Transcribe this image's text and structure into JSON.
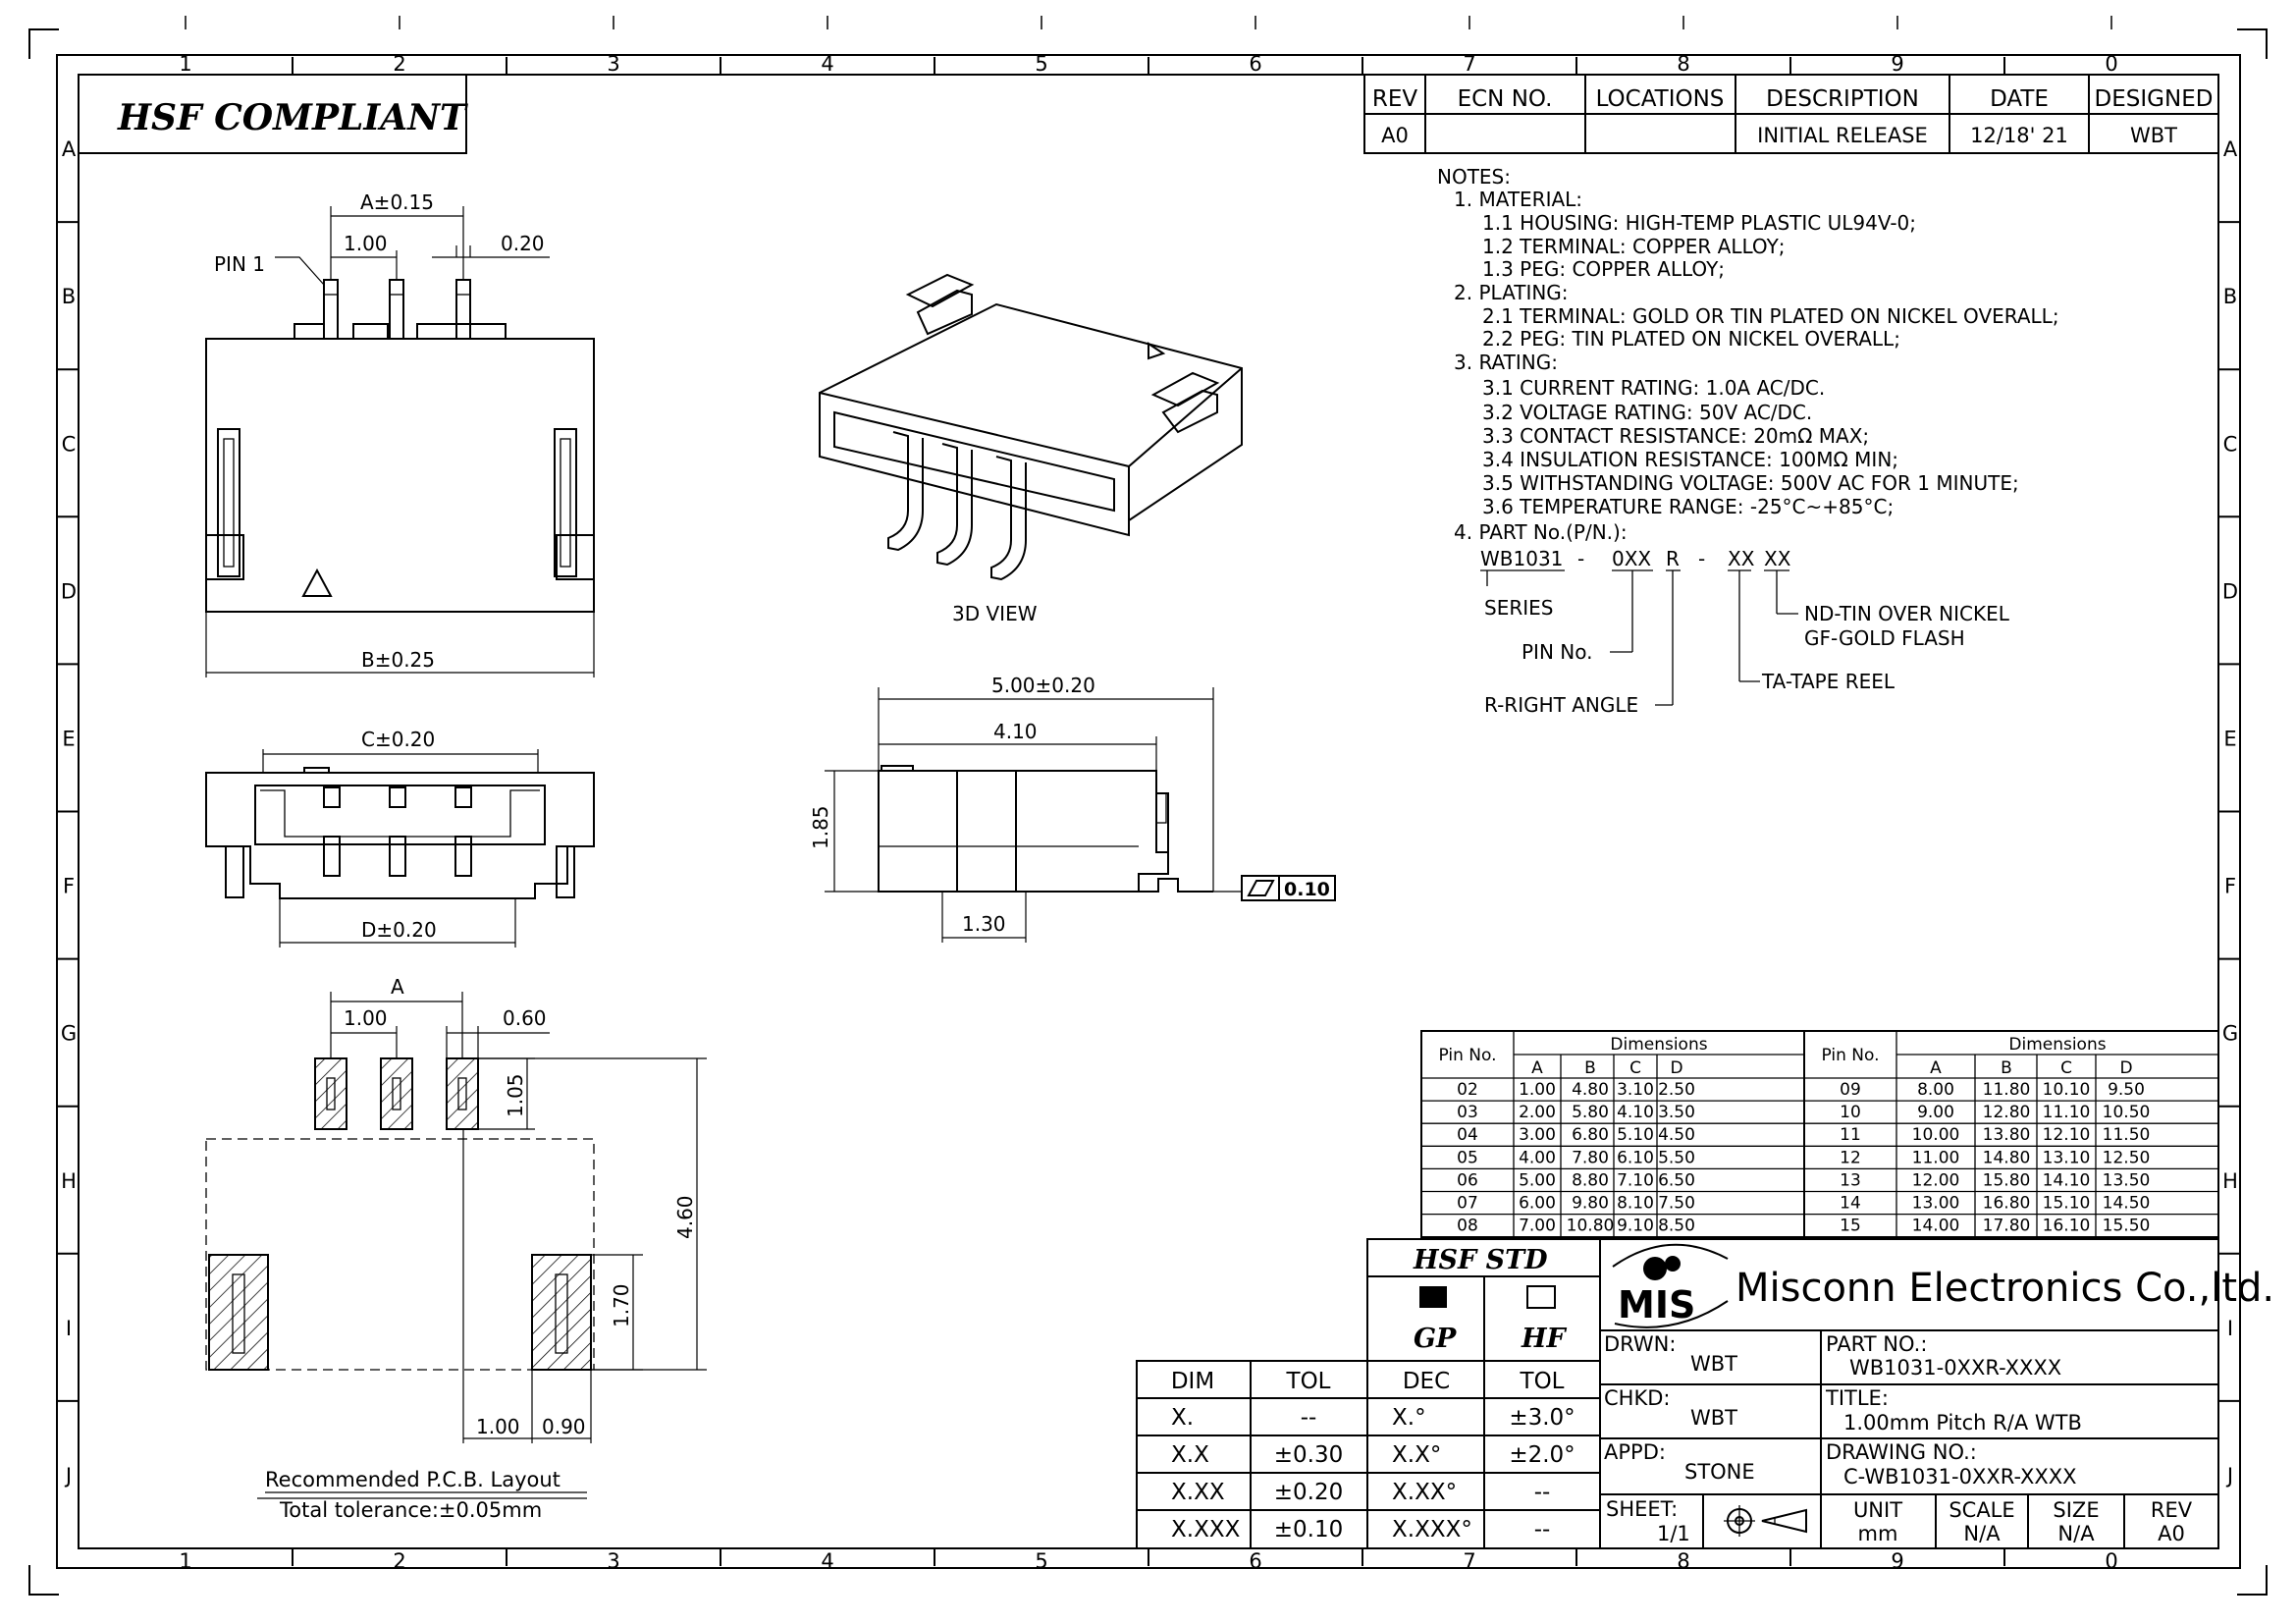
{
  "border": {
    "cols": [
      "1",
      "2",
      "3",
      "4",
      "5",
      "6",
      "7",
      "8",
      "9",
      "0"
    ],
    "rows": [
      "A",
      "B",
      "C",
      "D",
      "E",
      "F",
      "G",
      "H",
      "I",
      "J"
    ]
  },
  "compliance_label": "HSF COMPLIANT",
  "revision_table": {
    "headers": [
      "REV",
      "ECN NO.",
      "LOCATIONS",
      "DESCRIPTION",
      "DATE",
      "DESIGNED"
    ],
    "row": [
      "A0",
      "",
      "",
      "INITIAL RELEASE",
      "12/18' 21",
      "WBT"
    ]
  },
  "notes": [
    "NOTES:",
    "1. MATERIAL:",
    "1.1 HOUSING: HIGH-TEMP PLASTIC UL94V-0;",
    "1.2 TERMINAL: COPPER ALLOY;",
    "1.3 PEG: COPPER ALLOY;",
    "2. PLATING:",
    "2.1 TERMINAL: GOLD OR TIN PLATED ON NICKEL OVERALL;",
    "2.2 PEG: TIN PLATED ON NICKEL OVERALL;",
    "3. RATING:",
    "3.1 CURRENT RATING: 1.0A AC/DC.",
    "3.2 VOLTAGE RATING: 50V AC/DC.",
    "3.3 CONTACT RESISTANCE: 20mΩ MAX;",
    "3.4 INSULATION RESISTANCE: 100MΩ MIN;",
    "3.5 WITHSTANDING VOLTAGE: 500V AC FOR 1 MINUTE;",
    "3.6 TEMPERATURE RANGE: -25°C~+85°C;",
    "4. PART No.(P/N.):"
  ],
  "part_number_breakdown": {
    "series_code": "WB1031",
    "dash1": "-",
    "pin_code": "0XX",
    "angle_code": "R",
    "dash2": "-",
    "tape_code": "XX",
    "plating_code": "XX",
    "series_label": "SERIES",
    "pin_label": "PIN No.",
    "angle_label": "R-RIGHT ANGLE",
    "tape_label": "TA-TAPE REEL",
    "plating_label_1": "ND-TIN OVER NICKEL",
    "plating_label_2": "GF-GOLD FLASH"
  },
  "top_view": {
    "dim_a": "A±0.15",
    "pitch": "1.00",
    "pin_width": "0.20",
    "pin1_label": "PIN 1",
    "dim_b": "B±0.25"
  },
  "front_view": {
    "dim_c": "C±0.20",
    "dim_d": "D±0.20"
  },
  "view_3d_label": "3D VIEW",
  "side_view": {
    "overall": "5.00±0.20",
    "depth": "4.10",
    "height": "1.85",
    "peg": "1.30",
    "flatness": "0.10"
  },
  "pcb_layout": {
    "dim_a": "A",
    "pitch": "1.00",
    "pad_width": "0.60",
    "pad_length": "1.05",
    "overall_depth": "4.60",
    "peg_length": "1.70",
    "peg_offset": "1.00",
    "peg_width": "0.90",
    "caption_1": "Recommended P.C.B. Layout",
    "caption_2": "Total tolerance:±0.05mm"
  },
  "dimensions_table": {
    "pin_header": "Pin No.",
    "dims_header": "Dimensions",
    "cols": [
      "A",
      "B",
      "C",
      "D"
    ],
    "left": [
      [
        "02",
        "1.00",
        "4.80",
        "3.10",
        "2.50"
      ],
      [
        "03",
        "2.00",
        "5.80",
        "4.10",
        "3.50"
      ],
      [
        "04",
        "3.00",
        "6.80",
        "5.10",
        "4.50"
      ],
      [
        "05",
        "4.00",
        "7.80",
        "6.10",
        "5.50"
      ],
      [
        "06",
        "5.00",
        "8.80",
        "7.10",
        "6.50"
      ],
      [
        "07",
        "6.00",
        "9.80",
        "8.10",
        "7.50"
      ],
      [
        "08",
        "7.00",
        "10.80",
        "9.10",
        "8.50"
      ]
    ],
    "right": [
      [
        "09",
        "8.00",
        "11.80",
        "10.10",
        "9.50"
      ],
      [
        "10",
        "9.00",
        "12.80",
        "11.10",
        "10.50"
      ],
      [
        "11",
        "10.00",
        "13.80",
        "12.10",
        "11.50"
      ],
      [
        "12",
        "11.00",
        "14.80",
        "13.10",
        "12.50"
      ],
      [
        "13",
        "12.00",
        "15.80",
        "14.10",
        "13.50"
      ],
      [
        "14",
        "13.00",
        "16.80",
        "15.10",
        "14.50"
      ],
      [
        "15",
        "14.00",
        "17.80",
        "16.10",
        "15.50"
      ]
    ]
  },
  "tolerance_table": {
    "headers": [
      "DIM",
      "TOL"
    ],
    "rows": [
      [
        "X.",
        "--"
      ],
      [
        "X.X",
        "±0.30"
      ],
      [
        "X.XX",
        "±0.20"
      ],
      [
        "X.XXX",
        "±0.10"
      ]
    ]
  },
  "hsf_std": {
    "title": "HSF STD",
    "gp": "GP",
    "hf": "HF",
    "headers": [
      "DEC",
      "TOL"
    ],
    "rows": [
      [
        "X.°",
        "±3.0°"
      ],
      [
        "X.X°",
        "±2.0°"
      ],
      [
        "X.XX°",
        "--"
      ],
      [
        "X.XXX°",
        "--"
      ]
    ]
  },
  "title_block": {
    "logo": "MIS",
    "company": "Misconn Electronics Co.,ltd.",
    "drwn_label": "DRWN:",
    "drwn_value": "WBT",
    "chkd_label": "CHKD:",
    "chkd_value": "WBT",
    "appd_label": "APPD:",
    "appd_value": "STONE",
    "sheet_label": "SHEET:",
    "sheet_value": "1/1",
    "part_label": "PART NO.:",
    "part_value": "WB1031-0XXR-XXXX",
    "title_label": "TITLE:",
    "title_value": "1.00mm Pitch R/A WTB",
    "drawing_label": "DRAWING NO.:",
    "drawing_value": "C-WB1031-0XXR-XXXX",
    "unit_label": "UNIT",
    "unit_value": "mm",
    "scale_label": "SCALE",
    "scale_value": "N/A",
    "size_label": "SIZE",
    "size_value": "N/A",
    "rev_label": "REV",
    "rev_value": "A0"
  }
}
